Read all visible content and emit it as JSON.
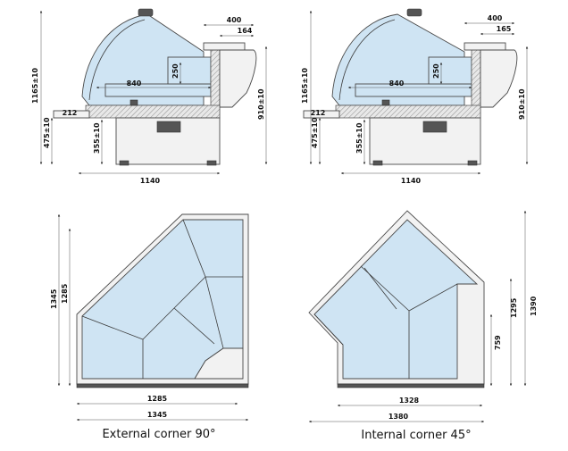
{
  "top_left_view": {
    "dim_width": "1140",
    "dim_height_total": "1165±10",
    "dim_counter_height": "910±10",
    "dim_base_height": "475±10",
    "dim_plinth_height": "355±10",
    "dim_depth_top": "400",
    "dim_depth_shelf": "164",
    "dim_display_depth": "840",
    "dim_shelf_height": "250",
    "dim_front_ledge": "212"
  },
  "top_right_view": {
    "dim_width": "1140",
    "dim_height_total": "1165±10",
    "dim_counter_height": "910±10",
    "dim_base_height": "475±10",
    "dim_plinth_height": "355±10",
    "dim_depth_top": "400",
    "dim_depth_shelf": "165",
    "dim_display_depth": "840",
    "dim_shelf_height": "250",
    "dim_front_ledge": "212"
  },
  "external_corner": {
    "caption": "External corner 90°",
    "dim_outer_height": "1345",
    "dim_inner_height": "1285",
    "dim_inner_width": "1285",
    "dim_outer_width": "1345"
  },
  "internal_corner": {
    "caption": "Internal corner 45°",
    "dim_outer_height": "1390",
    "dim_mid_height": "1295",
    "dim_inner_height": "759",
    "dim_inner_width": "1328",
    "dim_outer_width": "1380"
  },
  "colors": {
    "glass": "#cfe4f3",
    "line": "#3a3a3a",
    "frame": "#f2f2f2"
  }
}
